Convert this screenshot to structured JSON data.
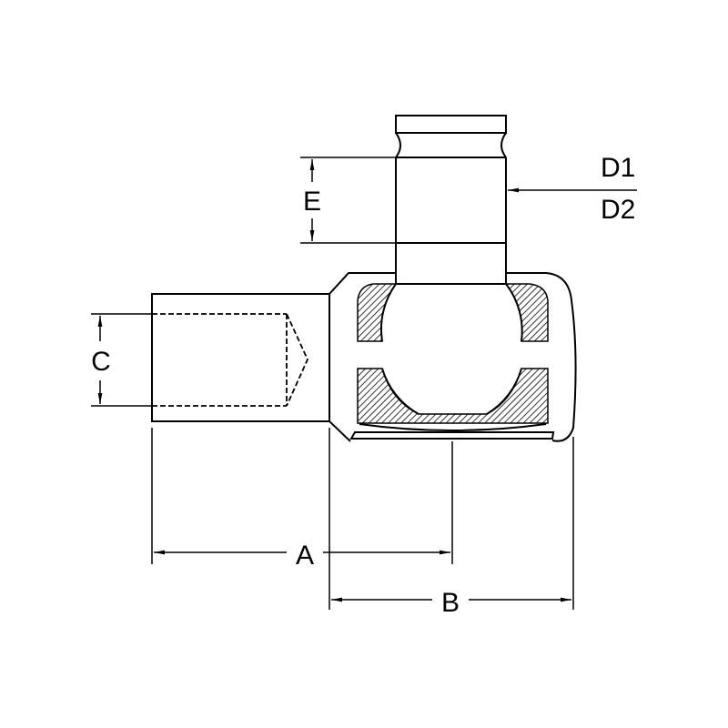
{
  "diagram": {
    "labels": {
      "a": "A",
      "b": "B",
      "c": "C",
      "d1": "D1",
      "d2": "D2",
      "e": "E"
    },
    "colors": {
      "line": "#000000",
      "background": "#ffffff"
    }
  }
}
